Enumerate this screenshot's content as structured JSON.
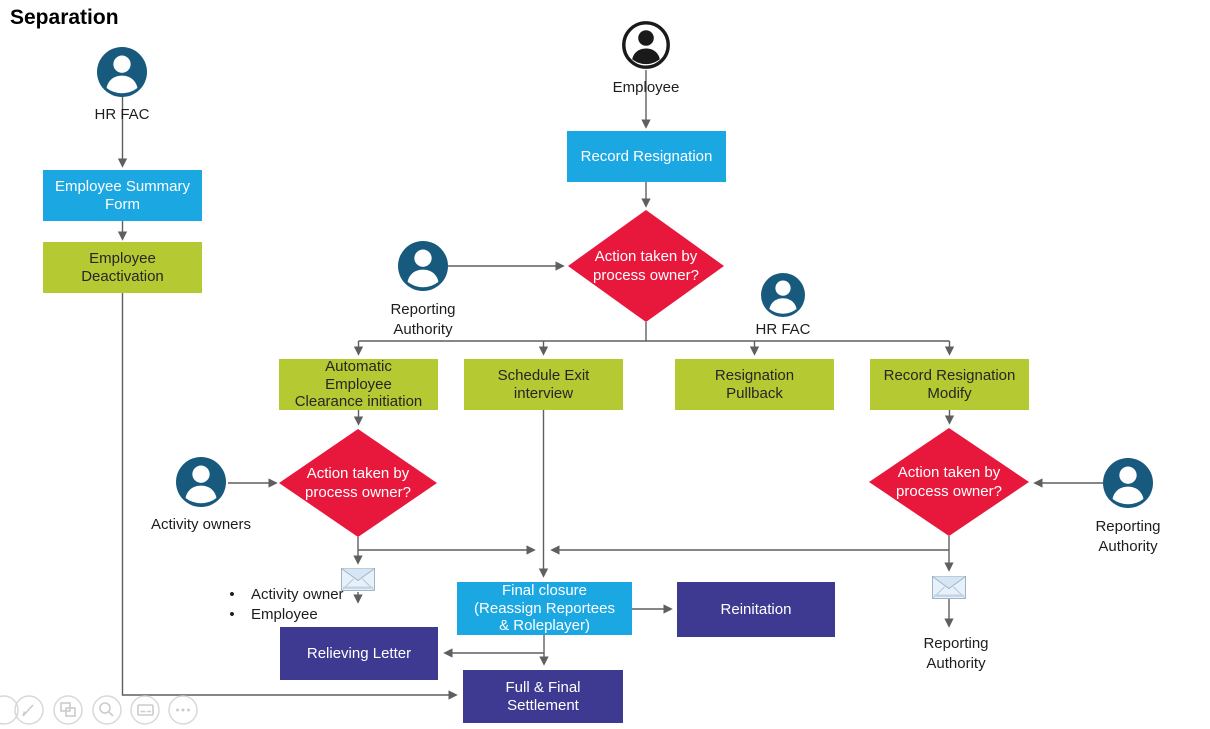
{
  "title": "Separation",
  "actors": {
    "hr_fac_left": {
      "label": "HR FAC"
    },
    "employee_top": {
      "label": "Employee"
    },
    "reporting_authority_left": {
      "label": "Reporting\nAuthority"
    },
    "hr_fac_right": {
      "label": "HR FAC"
    },
    "activity_owners": {
      "label": "Activity owners"
    },
    "reporting_authority_right": {
      "label": "Reporting\nAuthority"
    },
    "reporting_authority_bottom": {
      "label": "Reporting\nAuthority"
    }
  },
  "nodes": {
    "employee_summary_form": {
      "label": "Employee Summary\nForm",
      "type": "process-cyan"
    },
    "employee_deactivation": {
      "label": "Employee\nDeactivation",
      "type": "process-green"
    },
    "record_resignation": {
      "label": "Record Resignation",
      "type": "process-cyan"
    },
    "decision_top": {
      "label": "Action taken by\nprocess owner?",
      "type": "decision"
    },
    "automatic_clearance": {
      "label": "Automatic\nEmployee\nClearance initiation",
      "type": "process-green"
    },
    "schedule_exit_interview": {
      "label": "Schedule Exit\ninterview",
      "type": "process-green"
    },
    "resignation_pullback": {
      "label": "Resignation\nPullback",
      "type": "process-green"
    },
    "record_resignation_modify": {
      "label": "Record Resignation\nModify",
      "type": "process-green"
    },
    "decision_left": {
      "label": "Action taken by\nprocess owner?",
      "type": "decision"
    },
    "decision_right": {
      "label": "Action taken by\nprocess owner?",
      "type": "decision"
    },
    "final_closure": {
      "label": "Final closure\n(Reassign Reportees\n& Roleplayer)",
      "type": "process-cyan"
    },
    "reinitation": {
      "label": "Reinitation",
      "type": "process-purple"
    },
    "relieving_letter": {
      "label": "Relieving Letter",
      "type": "process-purple"
    },
    "full_final_settlement": {
      "label": "Full & Final\nSettlement",
      "type": "process-purple"
    }
  },
  "notifications": {
    "left_recipients": [
      "Activity owner",
      "Employee"
    ]
  },
  "colors": {
    "process_cyan": "#1BA8E2",
    "process_green": "#B5C932",
    "decision_red": "#E8173C",
    "process_purple": "#3E3A91",
    "actor_teal": "#175A7E",
    "connector_gray": "#5F5F5F"
  },
  "toolbar": {
    "icons": [
      "previous",
      "pen",
      "see-all-slides",
      "zoom-slide",
      "subtitles",
      "more-options"
    ]
  }
}
